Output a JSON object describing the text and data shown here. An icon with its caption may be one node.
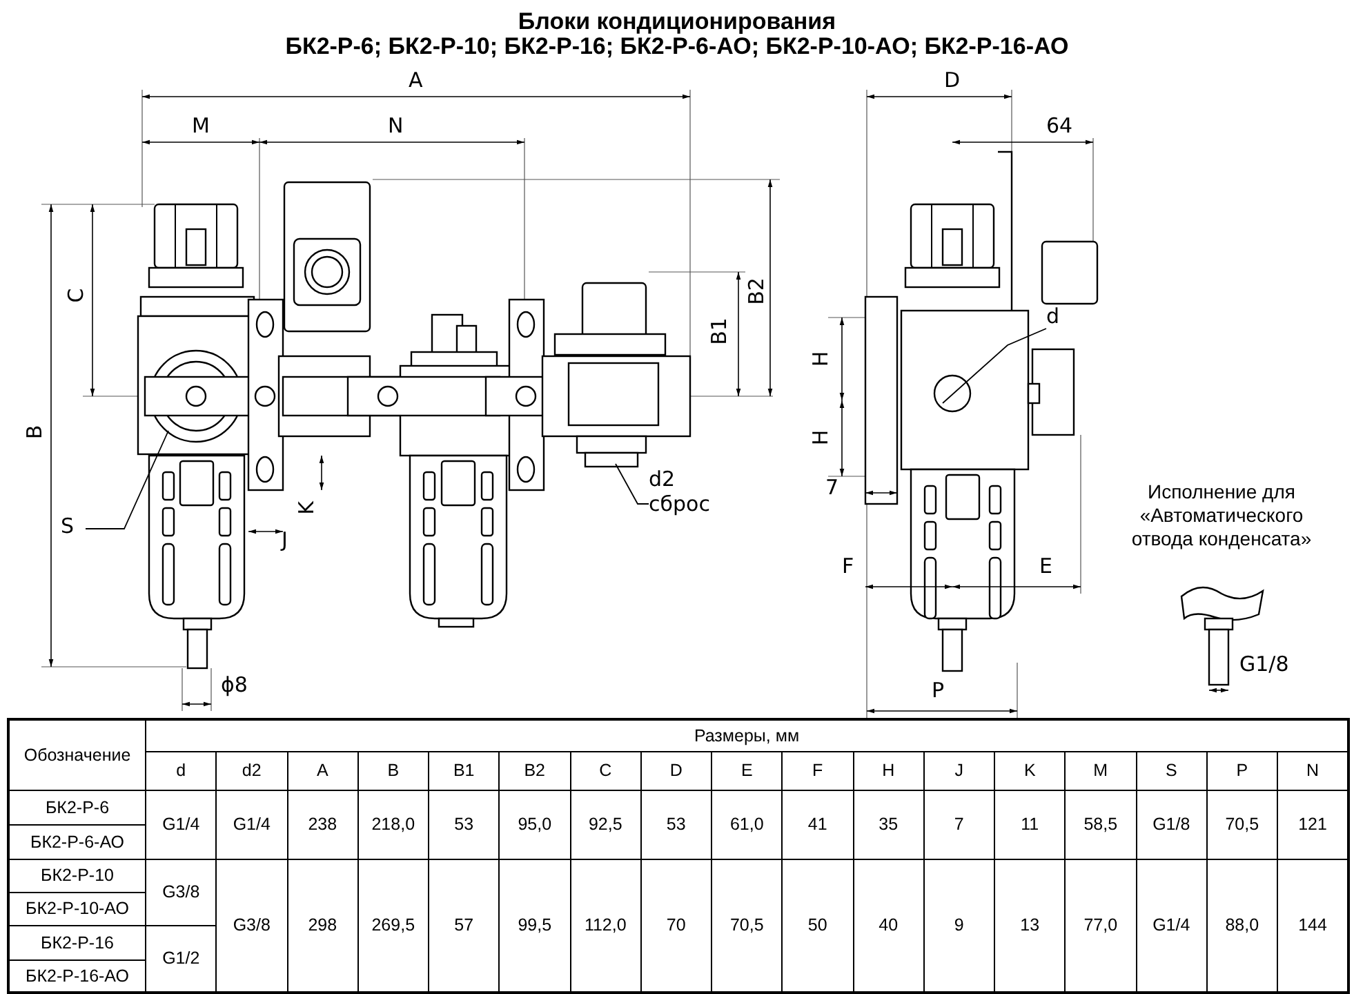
{
  "diagram": {
    "title": "Блоки кондиционирования",
    "nodes": [
      {
        "text": [
          "S"
        ]
      },
      {
        "text": [
          "d2",
          "сброс"
        ]
      },
      {
        "text": [
          "d"
        ]
      }
    ],
    "edges": [
      {
        "from": 0,
        "to": null,
        "arrow": "none"
      },
      {
        "from": 1,
        "to": null,
        "arrow": "none"
      },
      {
        "from": 2,
        "to": null,
        "arrow": "none"
      }
    ],
    "labels": [
      "БК2-Р-6; БК2-Р-10; БК2-Р-16; БК2-Р-6-АО; БК2-Р-10-АО; БК2-Р-16-АО",
      "A",
      "M",
      "N",
      "C",
      "B",
      "B1",
      "B2",
      "K",
      "J",
      "ϕ8",
      "D",
      "64",
      "H",
      "H",
      "7",
      "F",
      "E",
      "P",
      "Исполнение для «Автоматического отвода конденсата»",
      "G1/8",
      "Обозначение",
      "Размеры, мм",
      "d",
      "d2",
      "A",
      "B",
      "B1",
      "B2",
      "C",
      "D",
      "E",
      "F",
      "H",
      "J",
      "K",
      "M",
      "S",
      "P",
      "N",
      "БК2-Р-6",
      "G1/4",
      "G1/4",
      "238",
      "218,0",
      "53",
      "95,0",
      "92,5",
      "53",
      "61,0",
      "41",
      "35",
      "7",
      "11",
      "58,5",
      "G1/8",
      "70,5",
      "121",
      "БК2-Р-6-АО",
      "БК2-Р-10",
      "G3/8",
      "G3/8",
      "298",
      "269,5",
      "57",
      "99,5",
      "112,0",
      "70",
      "70,5",
      "50",
      "40",
      "9",
      "13",
      "77,0",
      "G1/4",
      "88,0",
      "144",
      "БК2-Р-10-АО",
      "БК2-Р-16",
      "G1/2",
      "БК2-Р-16-АО"
    ]
  }
}
